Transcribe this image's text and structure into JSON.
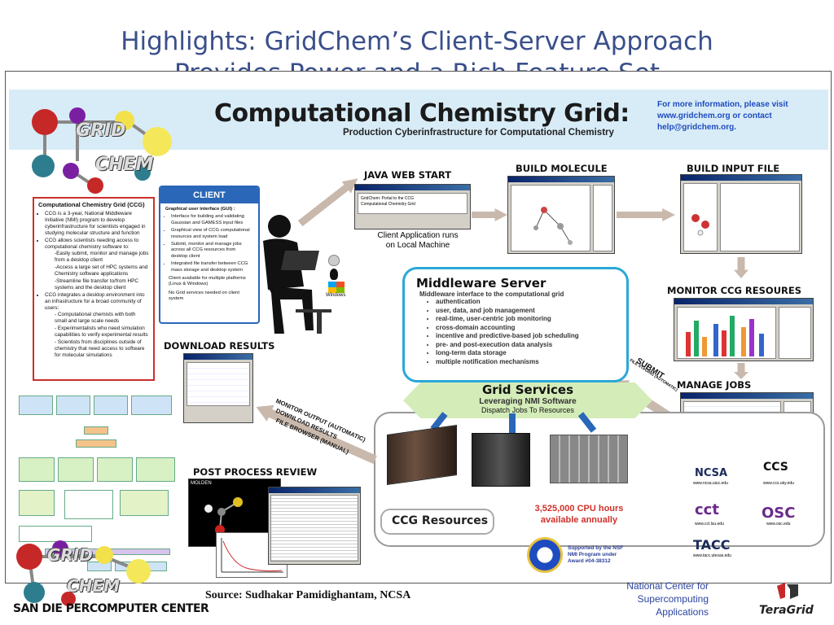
{
  "slide": {
    "title_line1": "Highlights: GridChem’s Client-Server Approach",
    "title_line2": "Provides Power and a Rich Feature Set"
  },
  "poster": {
    "main_title": "Computational Chemistry Grid:",
    "subtitle": "Production Cyberinfrastructure for Computational Chemistry",
    "info_line1": "For more information, please visit",
    "info_line2": "www.gridchem.org or contact",
    "info_line3": "help@gridchem.org.",
    "logo_word1": "GRID",
    "logo_word2": "CHEM",
    "ccg_box": {
      "heading": "Computational Chemistry Grid (CCG)",
      "b1": "CCG is a 3-year, National Middleware Initiative (NMI) program to develop cyberinfrastructure for scientists engaged in studying molecular structure and function",
      "b2": "CCG allows scientists needing access to computational chemistry software to:",
      "s1": "-Easily submit, monitor and manage jobs from a desktop client",
      "s2": "-Access a large set of HPC systems and Chemistry software applications",
      "s3": "-Streamline file transfer to/from HPC systems and the desktop client",
      "b3": "CCG integrates a desktop environment into an infrastructure for a broad community of users:",
      "t1": "- Computational chemists with both small and large scale needs",
      "t2": "- Experimentalists who need simulation capabilities to verify experimental results",
      "t3": "- Scientists from disciplines outside of chemistry that need access to software for molecular simulations"
    },
    "client_box": {
      "heading": "CLIENT",
      "gui_label": "Graphical user interface (GUI) :",
      "c1": "Interface for building and validating Gaussian and GAMESS input files",
      "c2": "Graphical view of CCG computational resources and system load",
      "c3": "Submit, monitor and manage jobs across all CCG resources from desktop client",
      "c4": "Integrated file transfer between CCG mass storage and desktop system",
      "n1": "Client available for multiple platforms (Linux & Windows)",
      "n2": "No Grid services needed on client system",
      "windows_label": "Windows"
    },
    "java_web_start": "JAVA WEB START",
    "jws_window_text1": "GridChem: Portal to the CCG",
    "jws_window_text2": "Computational Chemistry Grid",
    "jws_caption1": "Client Application runs",
    "jws_caption2": "on Local Machine",
    "build_molecule": "BUILD MOLECULE",
    "build_input_file": "BUILD INPUT FILE",
    "monitor_ccg": "MONITOR CCG RESOURES",
    "manage_jobs": "MANAGE JOBS",
    "download_results": "DOWNLOAD RESULTS",
    "post_process": "POST PROCESS REVIEW",
    "molden_label": "MOLDEN",
    "middleware": {
      "title": "Middleware Server",
      "subtitle": "Middleware interface to the computational grid",
      "items": [
        "authentication",
        "user, data, and job management",
        "real-time, user-centric job monitoring",
        "cross-domain accounting",
        "incentive and predictive-based job scheduling",
        "pre- and post-execution data analysis",
        "long-term data storage",
        "multiple notification mechanisms"
      ]
    },
    "grid_services": {
      "title": "Grid Services",
      "line1": "Leveraging NMI Software",
      "line2": "Dispatch Jobs To Resources"
    },
    "submit_label": "SUBMIT",
    "submit_sub": "FILE STAGING (AUTOMATIC)",
    "monitor_output_line1": "MONITOR OUTPUT (AUTOMATIC)",
    "monitor_output_line2": "DOWNLOAD RESULTS",
    "monitor_output_line3": "FILE BROWSER (MANUAL)",
    "resources_label": "CCG Resources",
    "cpu_hours_line1": "3,525,000 CPU hours",
    "cpu_hours_line2": "available annually",
    "nsf_line1": "Supported by the NSF",
    "nsf_line2": "NMI Program under",
    "nsf_line3": "Award #04-38312",
    "nsf_logo": "NSF",
    "partners": {
      "ncsa": "NCSA",
      "ncsa_url": "www.ncsa.uiuc.edu",
      "ccs": "CCS",
      "ccs_url": "www.ccs.uky.edu",
      "cct": "cct",
      "cct_url": "www.cct.lsu.edu",
      "osc": "OSC",
      "osc_url": "www.osc.edu",
      "tacc": "TACC",
      "tacc_url": "www.tacc.utexas.edu"
    }
  },
  "footer": {
    "source": "Source:  Sudhakar Pamidighantam, NCSA",
    "ncsa_line1": "National Center for",
    "ncsa_line2": "Supercomputing",
    "ncsa_line3": "Applications",
    "sdsc": "SAN DIE   PERCOMPUTER CENTER",
    "teragrid": "TeraGrid"
  },
  "colors": {
    "title_blue": "#3a4f8a",
    "banner": "#d8ecf7",
    "client_blue": "#2a67b8",
    "ccg_red": "#c9302c",
    "middleware_border": "#2aa8d8",
    "grid_green": "#d4ecb8",
    "cpu_red": "#d0302a"
  }
}
